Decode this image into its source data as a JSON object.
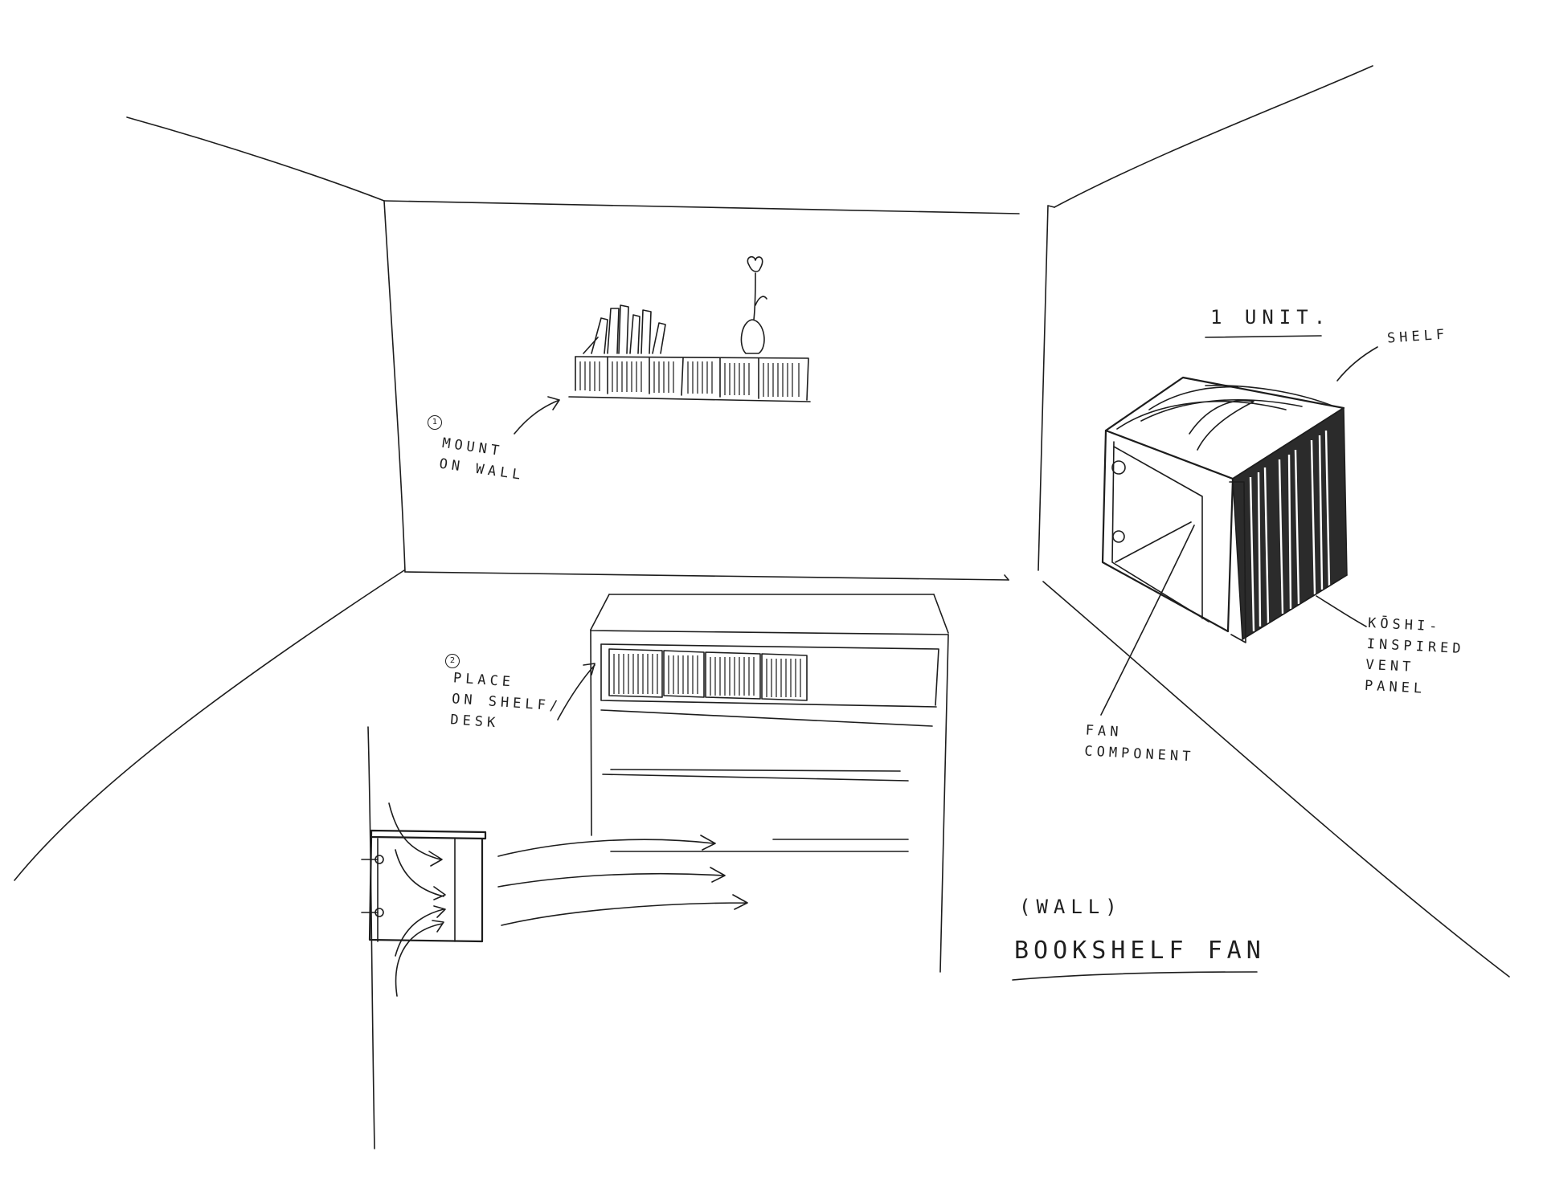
{
  "labels": {
    "step1_number": "1",
    "step1_text": "MOUNT\nON WALL",
    "step2_number": "2",
    "step2_text": "PLACE\nON SHELF/\nDESK",
    "unit_title": "1 UNIT.",
    "shelf": "SHELF",
    "vent_panel": "KŌSHI-\nINSPIRED\nVENT\nPANEL",
    "fan_component": "FAN\nCOMPONENT",
    "title_prefix": "(WALL)",
    "title": "BOOKSHELF FAN"
  }
}
